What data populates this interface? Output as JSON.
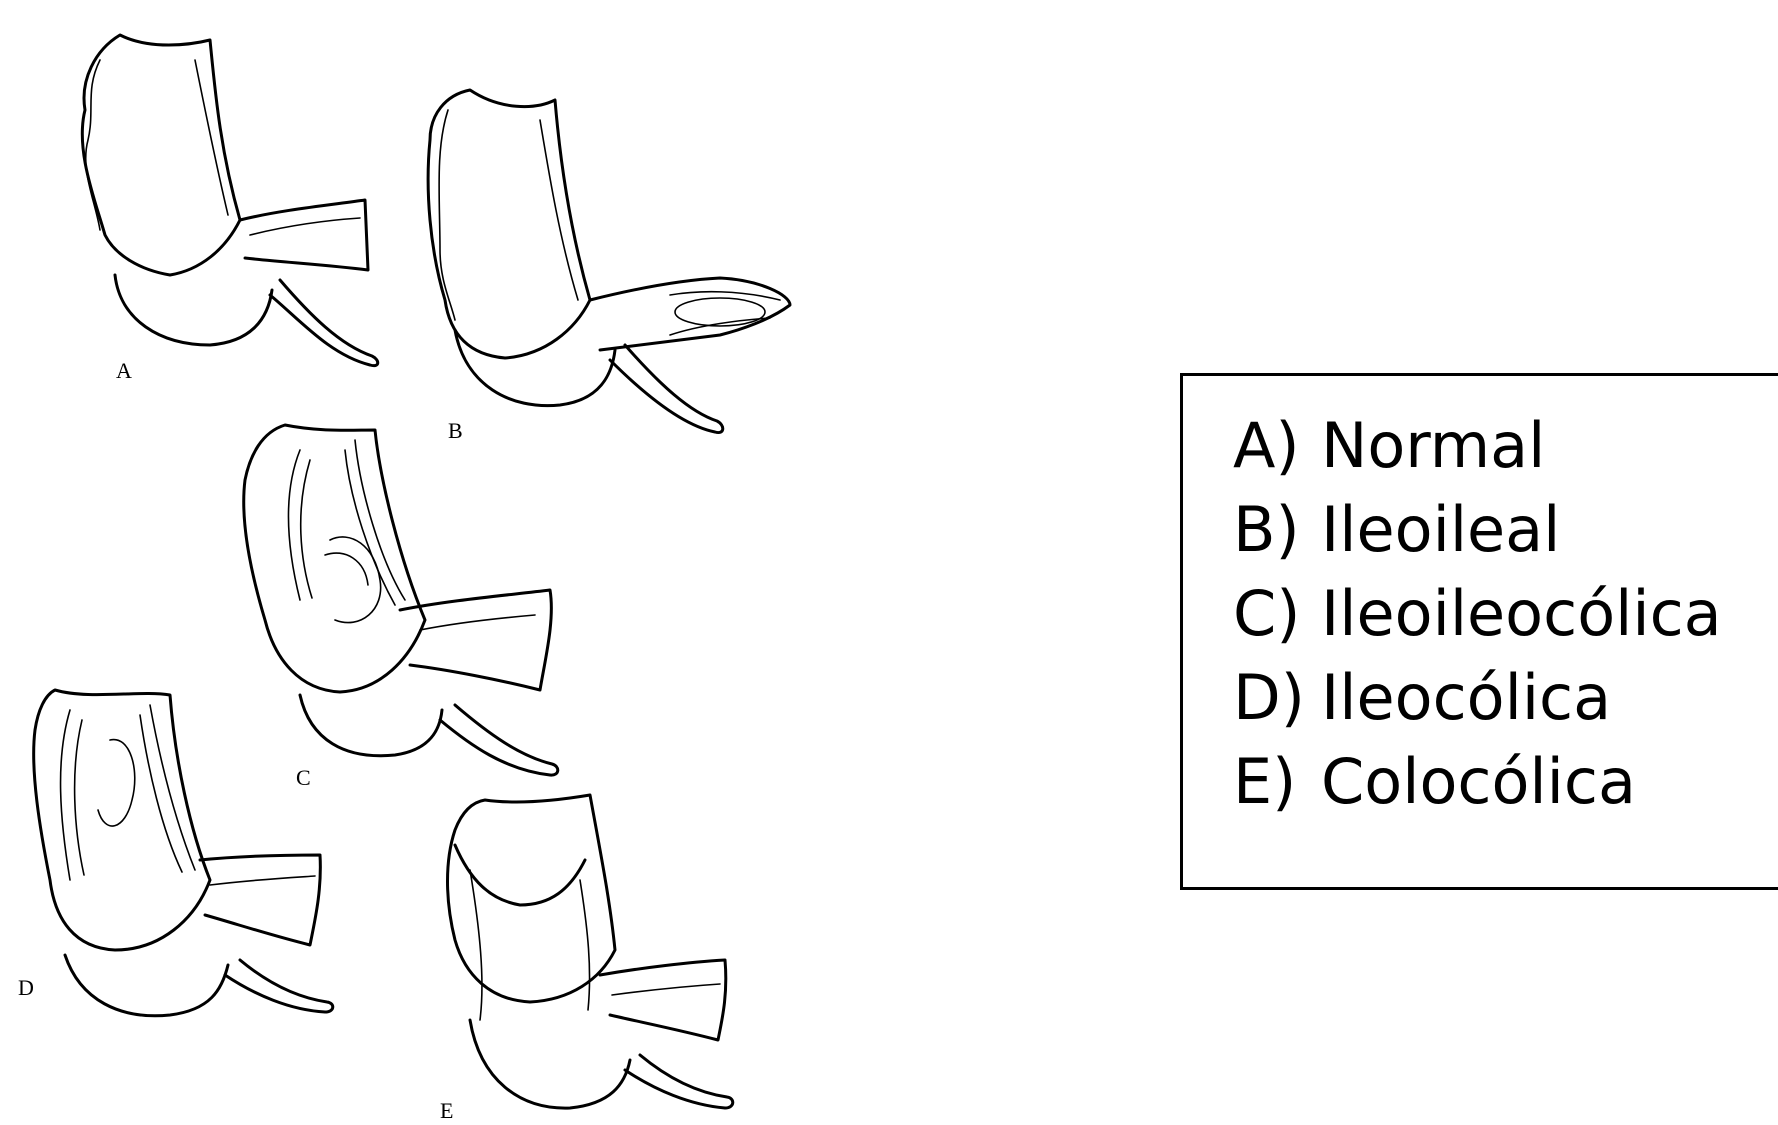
{
  "figures": [
    {
      "id": "A",
      "label": "A"
    },
    {
      "id": "B",
      "label": "B"
    },
    {
      "id": "C",
      "label": "C"
    },
    {
      "id": "D",
      "label": "D"
    },
    {
      "id": "E",
      "label": "E"
    }
  ],
  "legend": {
    "items": [
      {
        "key": "A)",
        "text": "Normal"
      },
      {
        "key": "B)",
        "text": "Ileoileal"
      },
      {
        "key": "C)",
        "text": "Ileoileocólica"
      },
      {
        "key": "D)",
        "text": "Ileocólica"
      },
      {
        "key": "E)",
        "text": "Colocólica"
      }
    ]
  }
}
